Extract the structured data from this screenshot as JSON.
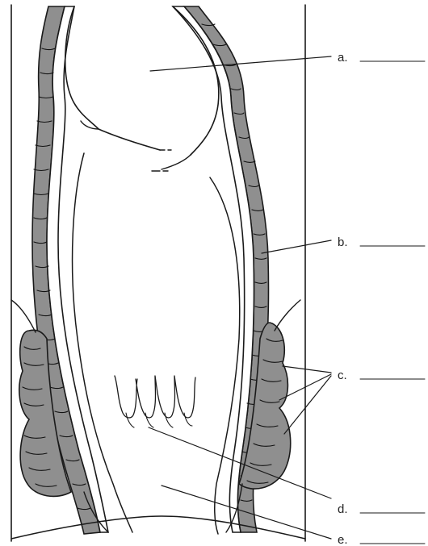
{
  "labels": [
    {
      "key": "a",
      "text": "a."
    },
    {
      "key": "b",
      "text": "b."
    },
    {
      "key": "c",
      "text": "c."
    },
    {
      "key": "d",
      "text": "d."
    },
    {
      "key": "e",
      "text": "e."
    }
  ],
  "colors": {
    "muscle": "#8f8f8f",
    "line": "#1a1a1a",
    "background": "#ffffff"
  }
}
